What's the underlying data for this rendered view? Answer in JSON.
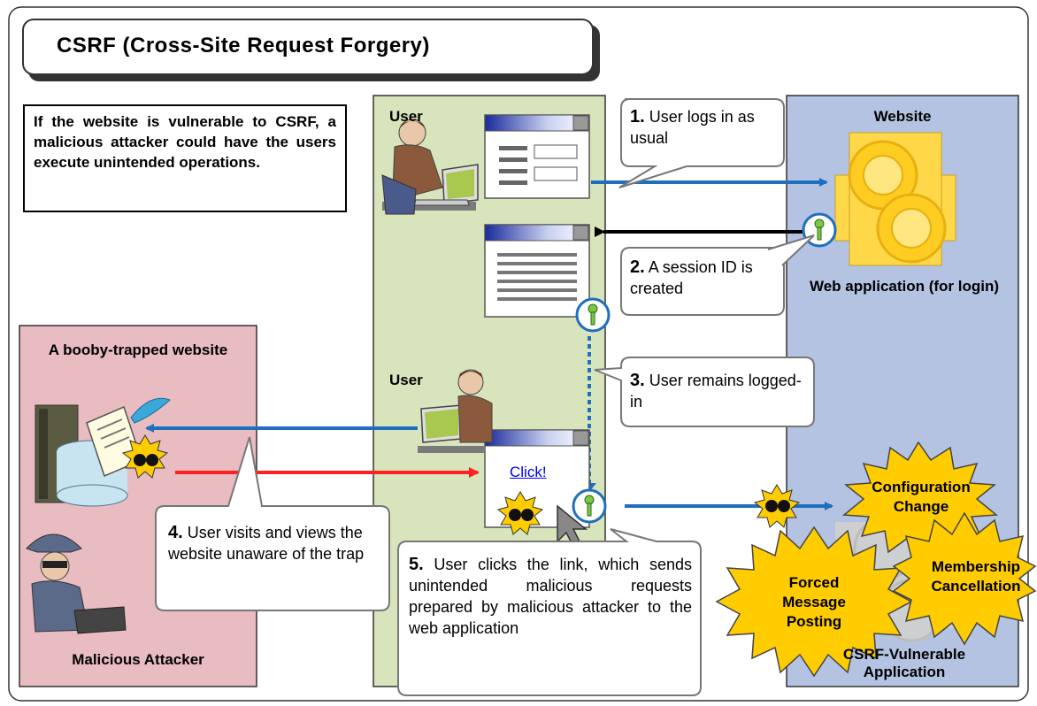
{
  "title": "CSRF (Cross-Site Request Forgery)",
  "explanation": "If the website is vulnerable to CSRF, a malicious attacker could have the users execute unintended operations.",
  "panels": {
    "attacker_site_title": "A booby-trapped website",
    "attacker_label": "Malicious Attacker",
    "user_label_top": "User",
    "user_label_bottom": "User",
    "website_title": "Website",
    "webapp_label": "Web application (for login)",
    "vulnerable_app_label": "CSRF-Vulnerable Application"
  },
  "steps": {
    "step1_num": "1.",
    "step1_text": " User logs in as usual",
    "step2_num": "2.",
    "step2_text": " A session ID is created",
    "step3_num": "3.",
    "step3_text": " User remains logged-in",
    "step4_num": "4.",
    "step4_text": " User visits and views the website unaware of the trap",
    "step5_num": "5.",
    "step5_text": " User clicks the link, which sends unintended malicious requests prepared by malicious attacker to the web application"
  },
  "link_text": "Click!",
  "bursts": {
    "config": "Configuration Change",
    "forced": "Forced Message Posting",
    "membership": "Membership Cancellation"
  },
  "colors": {
    "attacker_bg": "#e8bcc0",
    "user_bg": "#d8e4bc",
    "website_bg": "#b4c3e1",
    "blue_arrow": "#1f6fbf",
    "red_arrow": "#ff2020",
    "burst_yellow": "#ffcc00",
    "gear_yellow": "#ffd84a"
  }
}
